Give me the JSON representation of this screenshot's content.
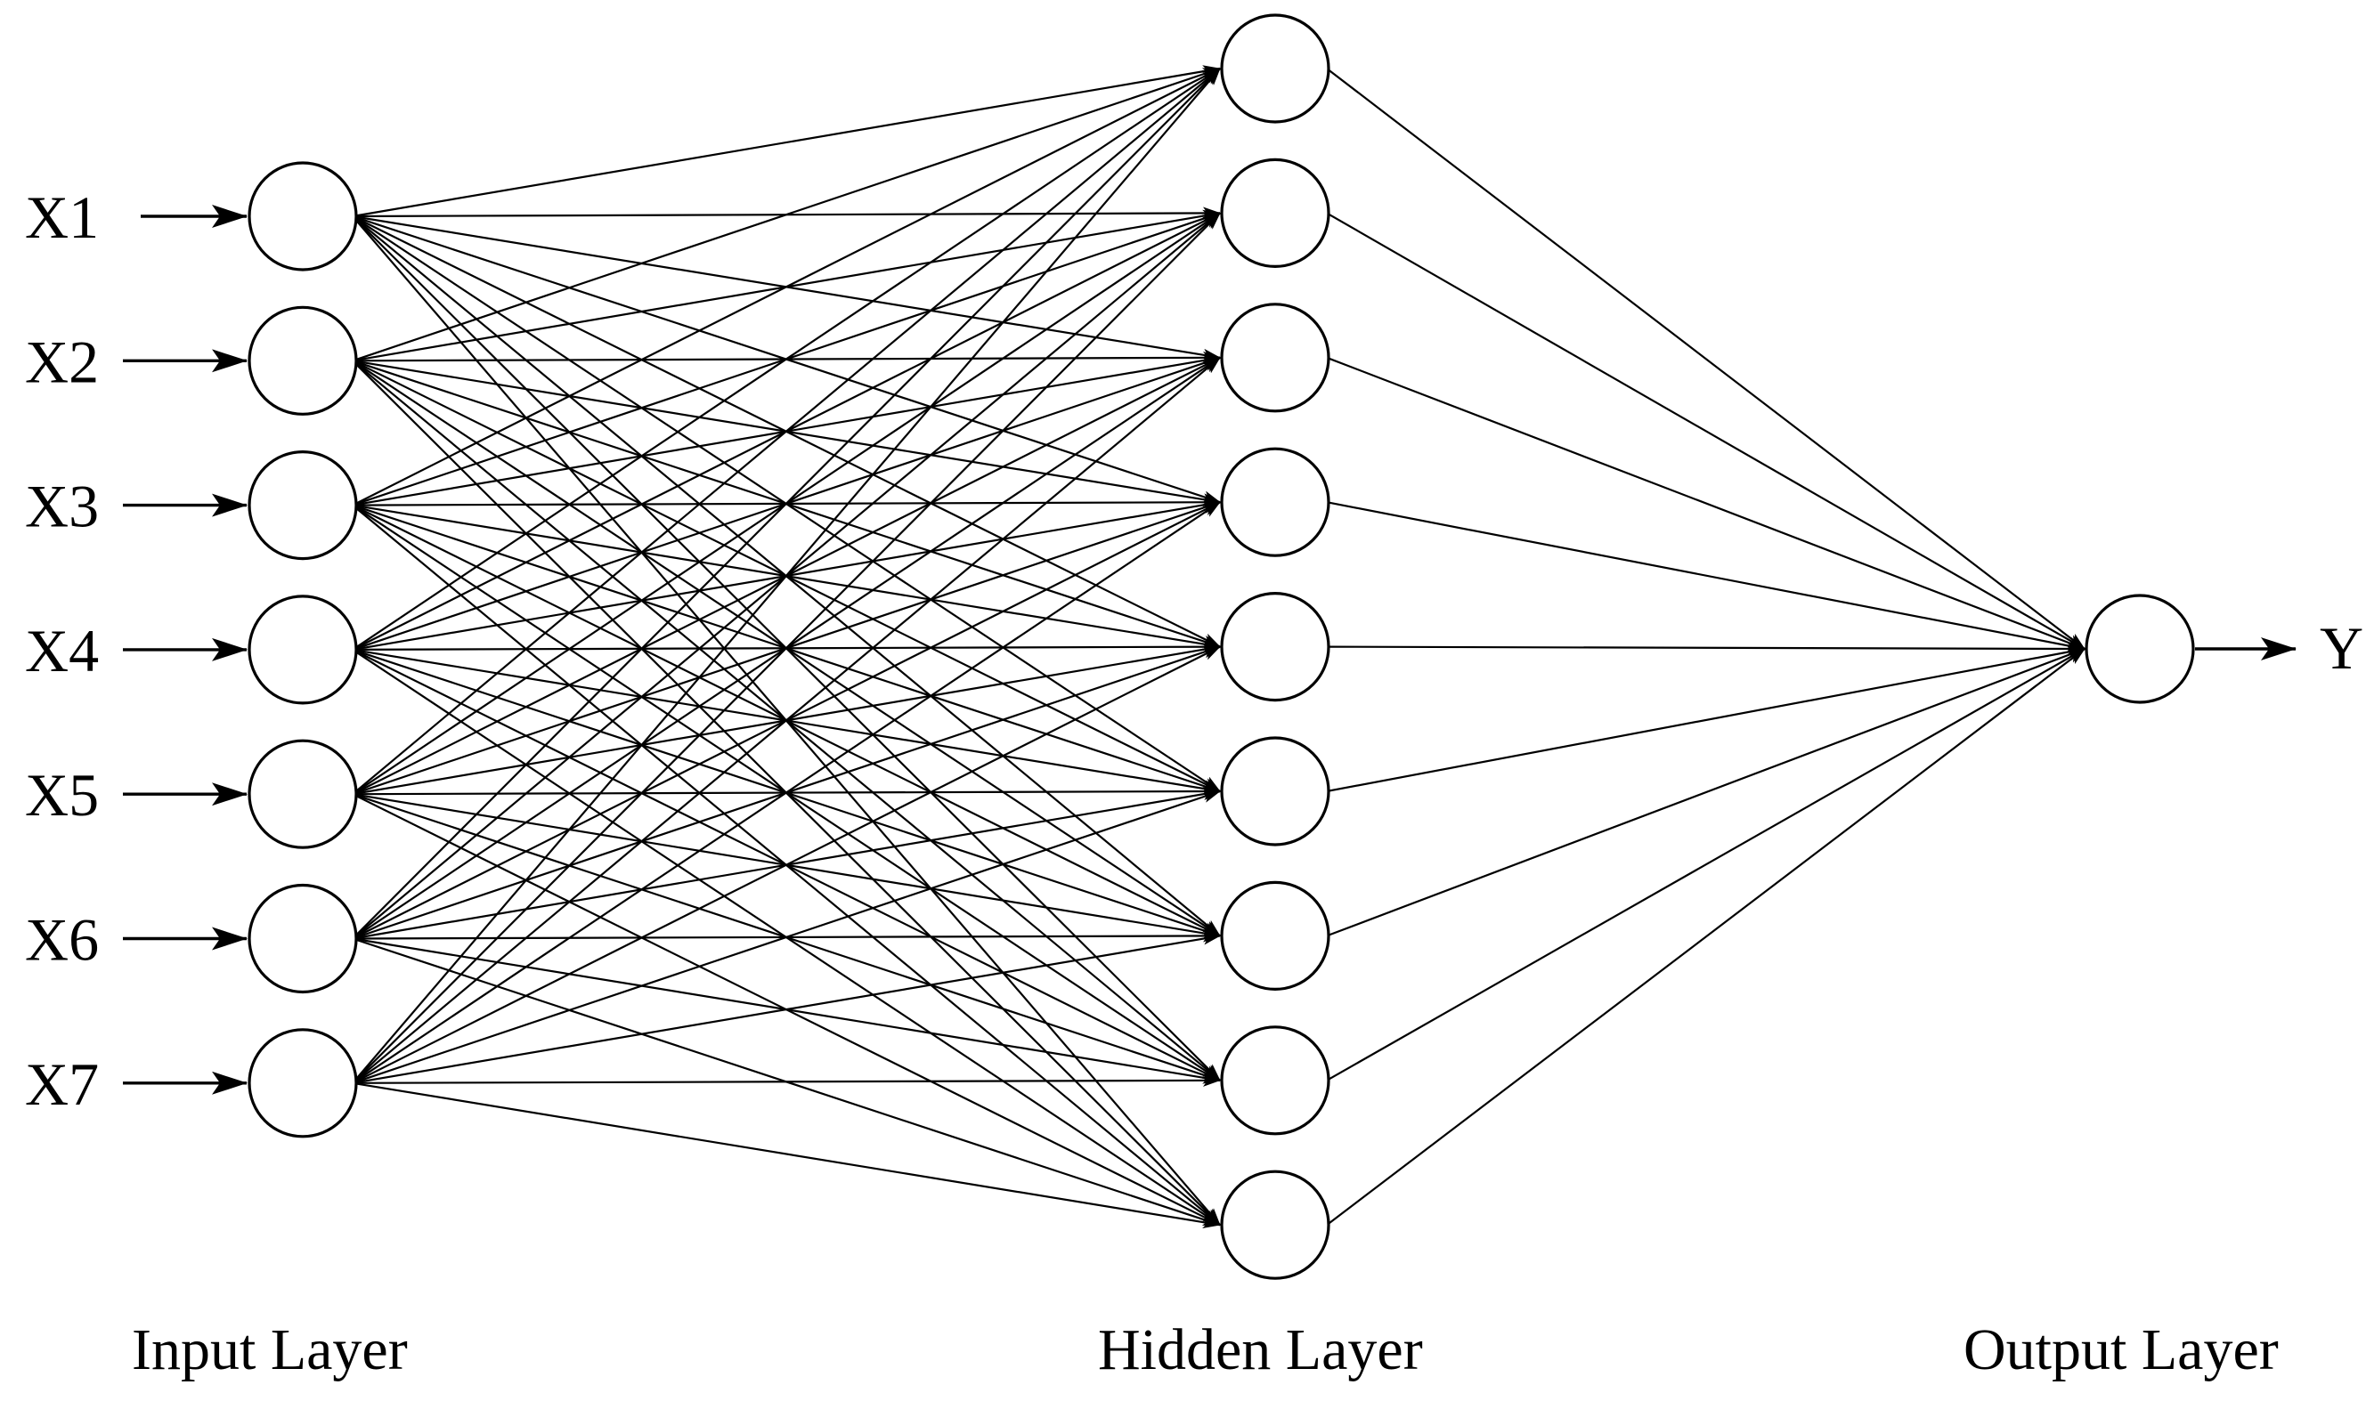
{
  "inputs": [
    "X1",
    "X2",
    "X3",
    "X4",
    "X5",
    "X6",
    "X7"
  ],
  "output": "Y",
  "hidden_node_count": 9,
  "output_node_count": 1,
  "layer_labels": {
    "input": "Input Layer",
    "hidden": "Hidden Layer",
    "output": "Output Layer"
  },
  "colors": {
    "stroke": "#000000",
    "background": "#ffffff"
  }
}
